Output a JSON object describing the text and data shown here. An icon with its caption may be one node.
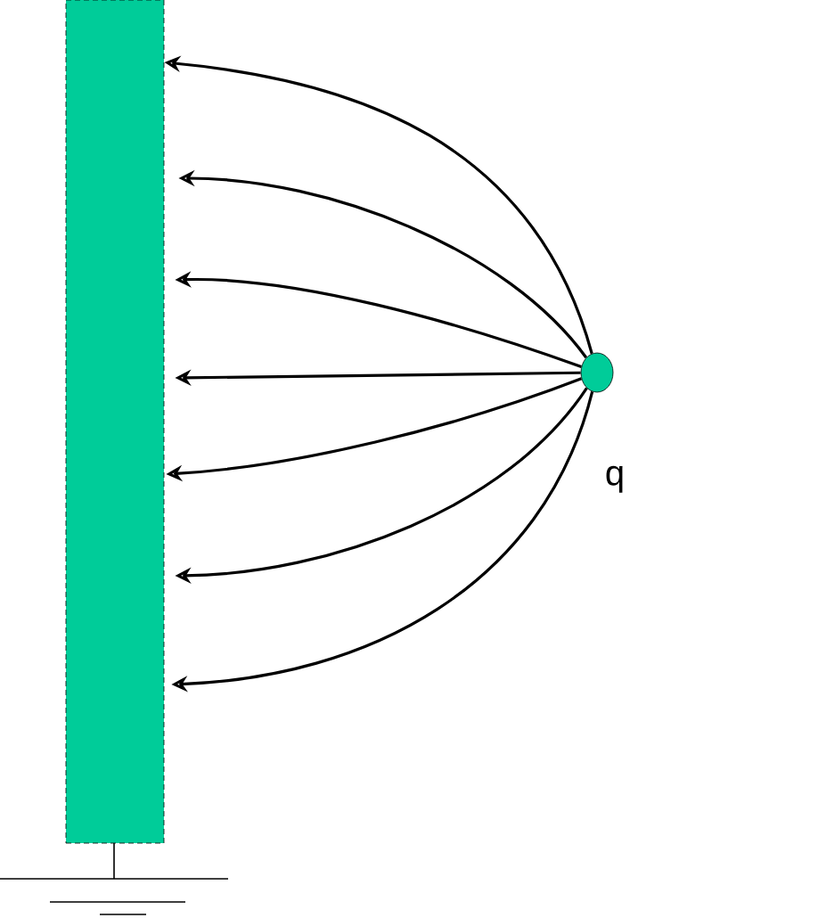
{
  "diagram": {
    "nodes": [
      {
        "text": [],
        "shape": "bar"
      },
      {
        "text": [],
        "shape": "circle",
        "beside": [
          "q"
        ]
      }
    ],
    "edges": [
      {
        "from": 1,
        "to": 0,
        "arrow": "to"
      },
      {
        "from": 1,
        "to": 0,
        "arrow": "to"
      },
      {
        "from": 1,
        "to": 0,
        "arrow": "to"
      },
      {
        "from": 1,
        "to": 0,
        "arrow": "to"
      },
      {
        "from": 1,
        "to": 0,
        "arrow": "to"
      },
      {
        "from": 1,
        "to": 0,
        "arrow": "to"
      },
      {
        "from": 1,
        "to": 0,
        "arrow": "to"
      }
    ]
  }
}
